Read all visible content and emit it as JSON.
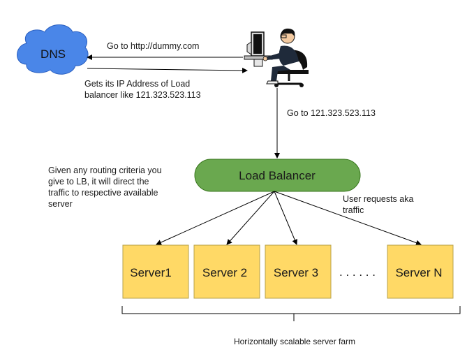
{
  "dns": {
    "label": "DNS",
    "fill": "#4a86e8",
    "stroke": "#2a5fc0"
  },
  "user_icon": "person-at-computer-icon",
  "arrows": {
    "go_to_url": "Go to http://dummy.com",
    "gets_ip_line1": "Gets its IP Address of Load",
    "gets_ip_line2": "balancer like 121.323.523.113",
    "go_to_ip": "Go to 121.323.523.113"
  },
  "load_balancer": {
    "label": "Load Balancer",
    "fill": "#6aa84f",
    "stroke": "#38761d"
  },
  "routing_note": [
    "Given any routing criteria you",
    "give to LB, it will direct the",
    "traffic to respective available",
    "server"
  ],
  "traffic_note": [
    "User requests aka",
    "traffic"
  ],
  "servers": [
    "Server1",
    "Server 2",
    "Server 3",
    "Server N"
  ],
  "server_style": {
    "fill": "#ffd966",
    "stroke": "#b7a14b"
  },
  "ellipsis": ". . . . . .",
  "farm_label": "Horizontally scalable server farm"
}
